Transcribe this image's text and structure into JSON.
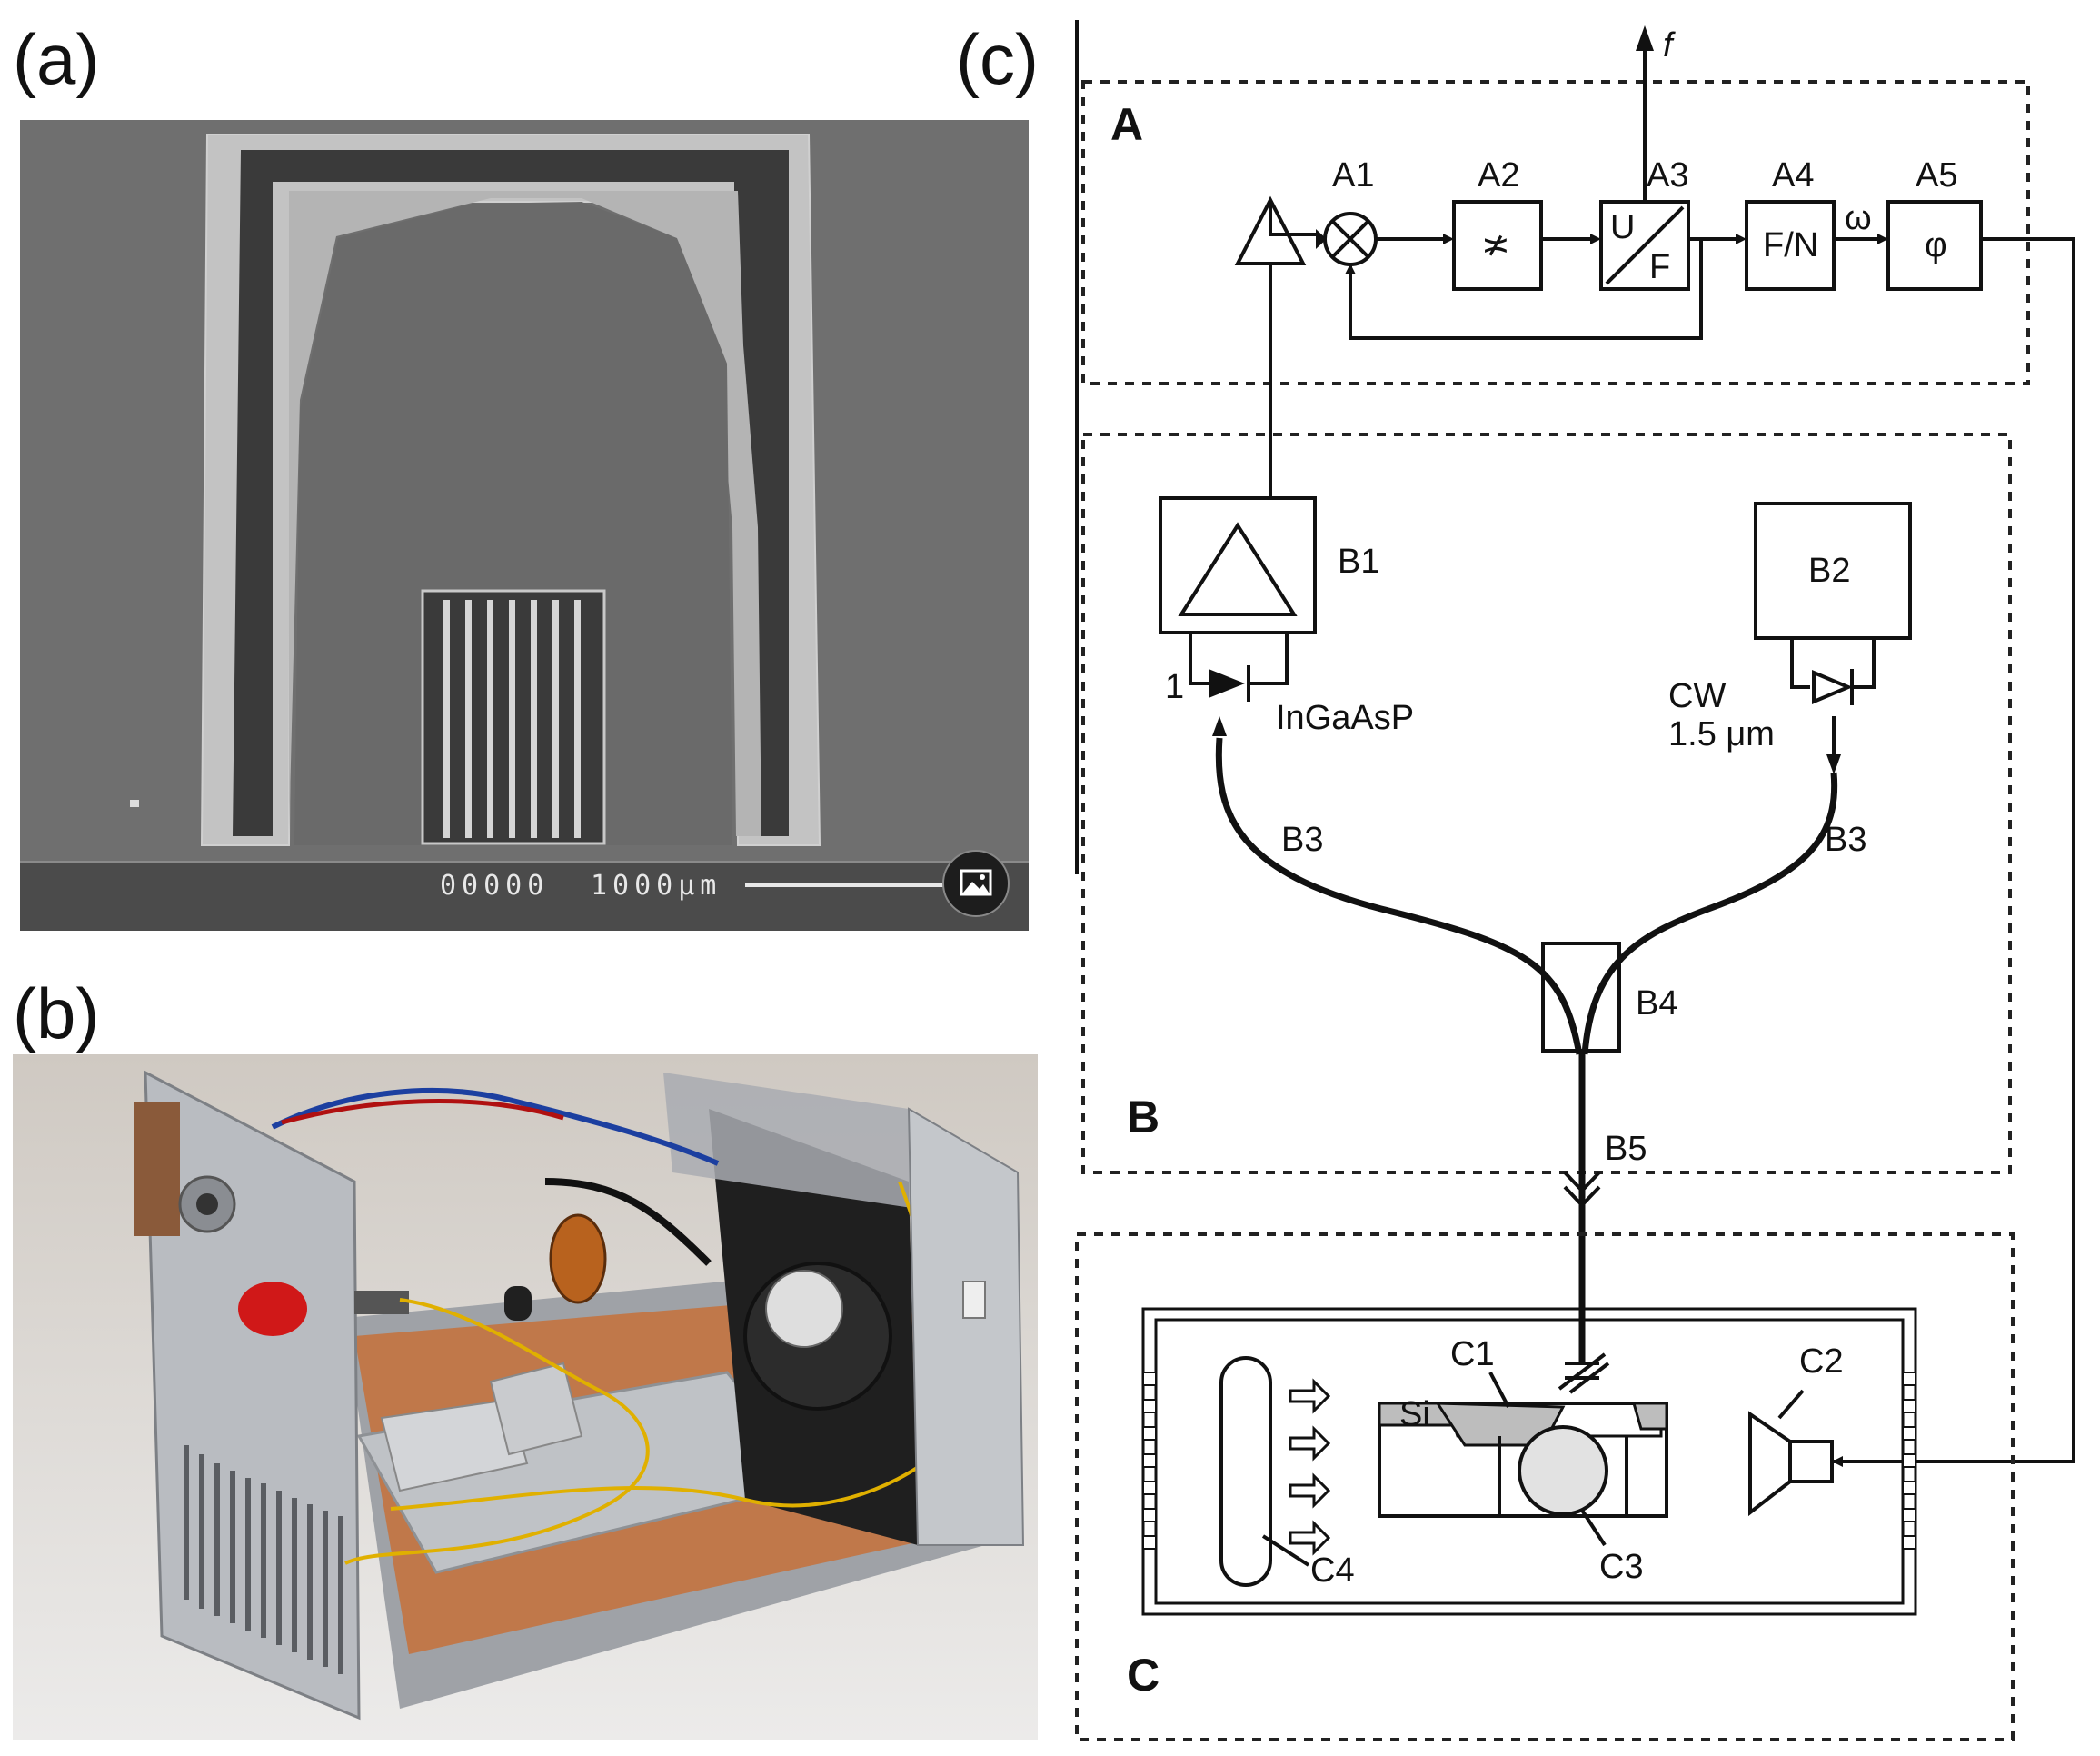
{
  "panels": {
    "a": "(a)",
    "b": "(b)",
    "c": "(c)"
  },
  "sem_image": {
    "counter": "00000",
    "scale": "1000μm",
    "badge_icon": "image-icon"
  },
  "sections": {
    "A": "A",
    "B": "B",
    "C": "C"
  },
  "blocks": {
    "A1": "A1",
    "A2": "A2",
    "A3": "A3",
    "A4": "A4",
    "A5": "A5",
    "A2_symbol": "≭",
    "A3_top": "U",
    "A3_bottom": "F",
    "A4_inner": "F/N",
    "A5_inner": "φ",
    "omega": "ω",
    "f_out": "f",
    "B1": "B1",
    "B2": "B2",
    "B3_left": "B3",
    "B3_right": "B3",
    "B4": "B4",
    "B5": "B5",
    "detector_index": "1",
    "detector_material": "InGaAsP",
    "laser_mode": "CW",
    "laser_wavelength": "1.5 μm",
    "C1": "C1",
    "C2": "C2",
    "C3": "C3",
    "C4": "C4",
    "si_label": "Si"
  },
  "colors": {
    "sem_background": "#6f6f6f",
    "sem_frame": "#bdbdbd",
    "photo_metal": "#b9bcc1",
    "photo_pcb": "#c0784a",
    "fiber": "#e0b000",
    "led_red": "#d01818"
  }
}
